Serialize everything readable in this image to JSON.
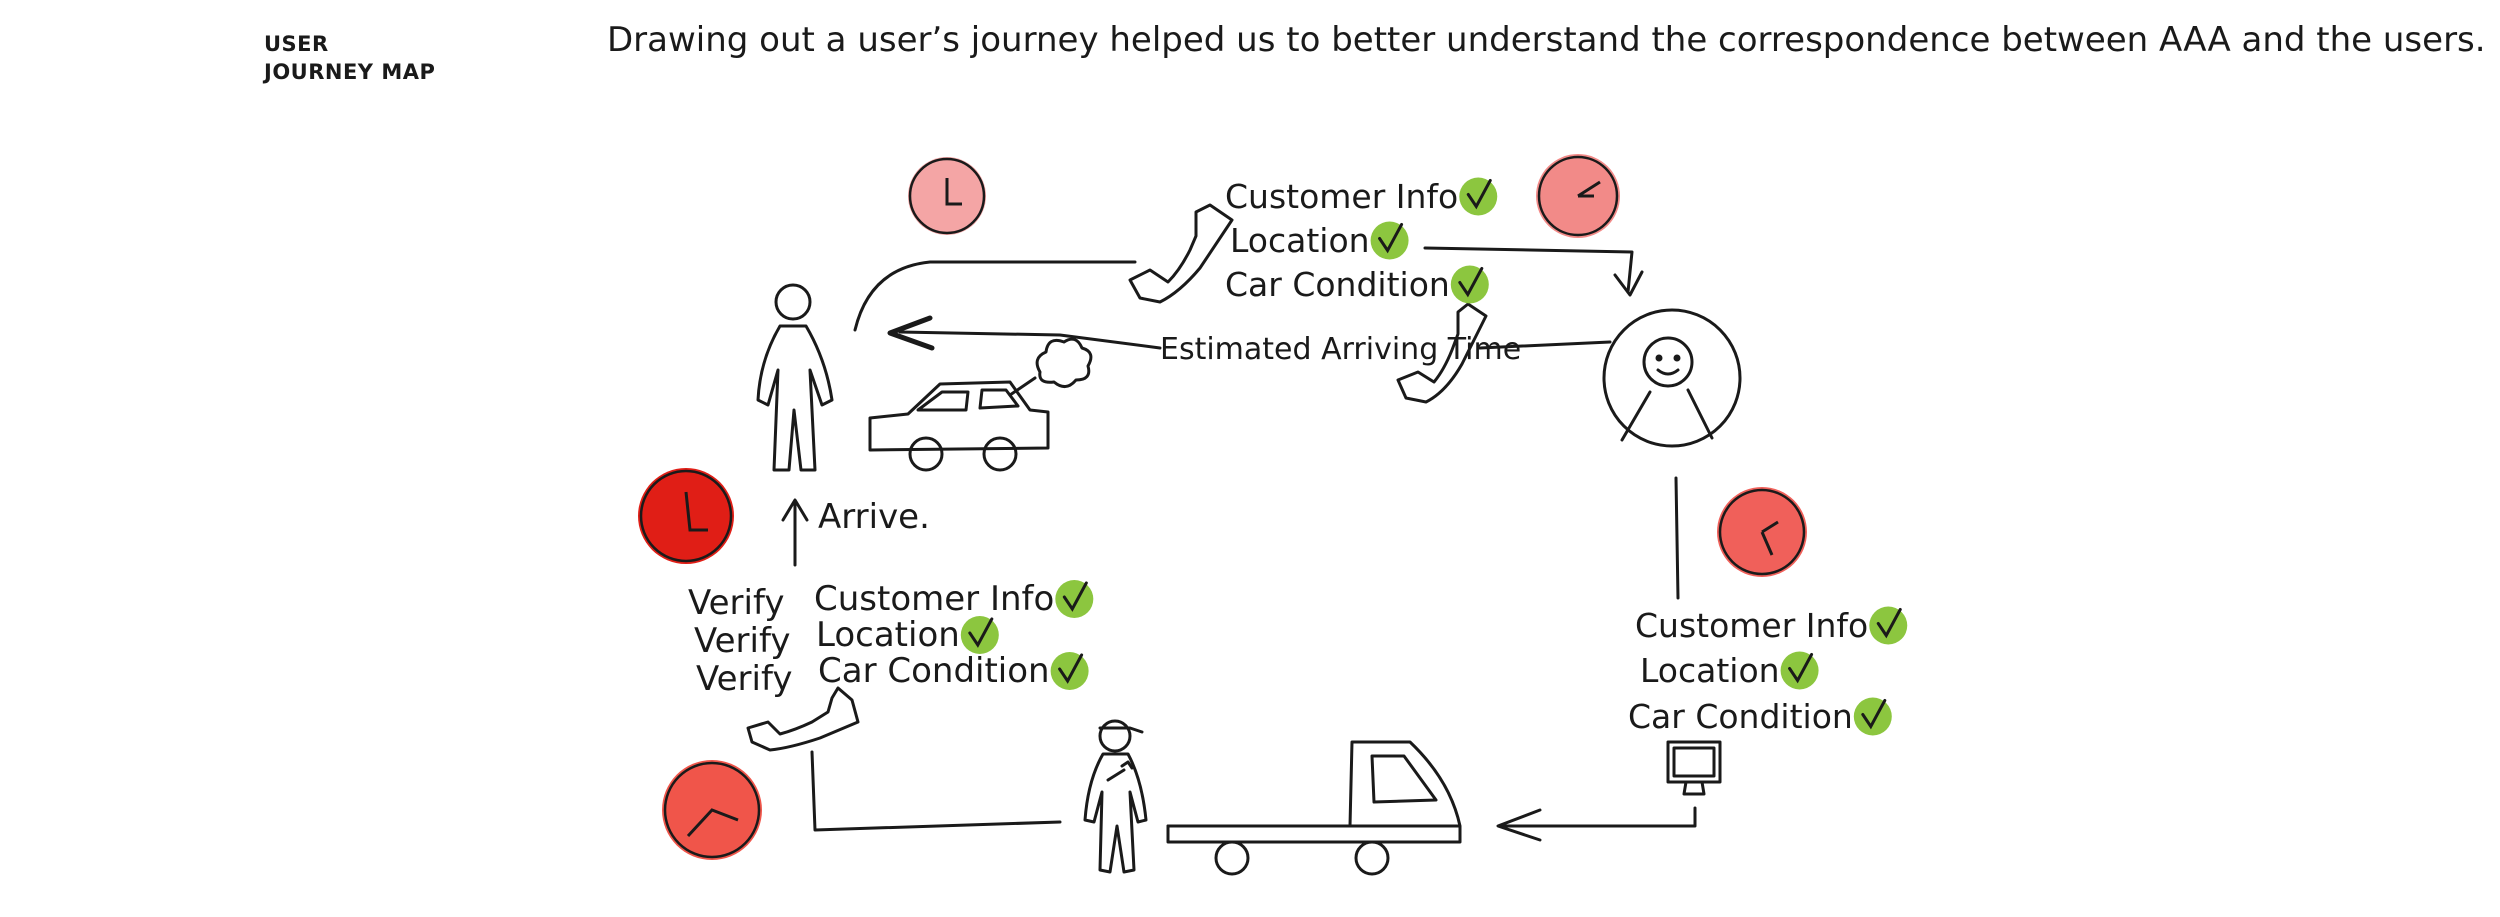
{
  "header": {
    "label_line1": "USER",
    "label_line2": "JOURNEY MAP",
    "intro": "Drawing out a user’s journey helped us to better understand the correspondence  between AAA and the users."
  },
  "colors": {
    "ink": "#1a1a1a",
    "check": "#8cc63f",
    "clock_light": "#f4a5a5",
    "clock_medium": "#f0605a",
    "clock_dark": "#e01e16"
  },
  "diagram": {
    "call_notes": [
      {
        "text": "Customer Info",
        "checked": true
      },
      {
        "text": "Location",
        "checked": true
      },
      {
        "text": "Car Condition",
        "checked": true
      }
    ],
    "eta_label": "Estimated Arriving Time",
    "dispatch_notes": [
      {
        "text": "Customer Info",
        "checked": true
      },
      {
        "text": "Location",
        "checked": true
      },
      {
        "text": "Car Condition",
        "checked": true
      }
    ],
    "verify_notes": [
      {
        "prefix": "Verify",
        "text": "Customer Info",
        "checked": true
      },
      {
        "prefix": "Verify",
        "text": "Location",
        "checked": true
      },
      {
        "prefix": "Verify",
        "text": "Car Condition",
        "checked": true
      }
    ],
    "arrive_label": "Arrive."
  }
}
